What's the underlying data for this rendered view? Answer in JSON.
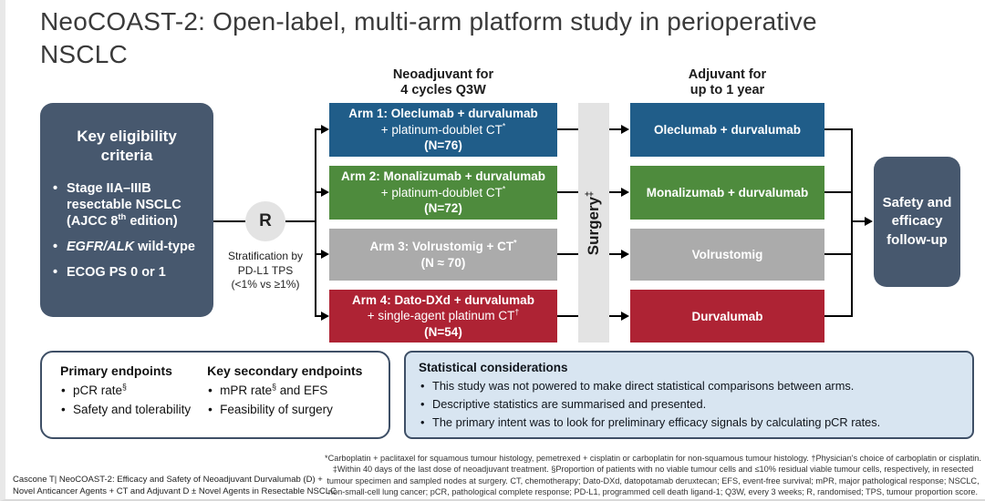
{
  "title": "NeoCOAST-2: Open-label, multi-arm platform study in perioperative NSCLC",
  "colors": {
    "navy": "#47586E",
    "arm_blue": "#205D89",
    "arm_green": "#4E8B3D",
    "arm_gray": "#ABABAB",
    "arm_red": "#AE2334",
    "light_gray": "#E3E3E3",
    "stat_bg": "#D8E5F1",
    "border_navy": "#3E4F66"
  },
  "eligibility": {
    "heading": "Key eligibility criteria",
    "items": [
      {
        "before": "Stage IIA–IIIB resectable NSCLC (AJCC 8",
        "sup": "th",
        "after": " edition)"
      },
      {
        "italic": "EGFR/ALK",
        "after": " wild-type"
      },
      {
        "before": "ECOG PS 0 or 1"
      }
    ]
  },
  "randomisation": {
    "symbol": "R",
    "note_line1": "Stratification by",
    "note_line2": "PD-L1 TPS",
    "note_line3": "(<1% vs ≥1%)"
  },
  "neoadjuvant": {
    "header_line1": "Neoadjuvant for",
    "header_line2": "4 cycles Q3W",
    "arms": [
      {
        "line1": "Arm 1: Oleclumab + durvalumab",
        "line2": "+ platinum-doublet CT",
        "line2_sup": "*",
        "n": "(N=76)",
        "color": "#205D89"
      },
      {
        "line1": "Arm 2: Monalizumab + durvalumab",
        "line2": "+ platinum-doublet CT",
        "line2_sup": "*",
        "n": "(N=72)",
        "color": "#4E8B3D"
      },
      {
        "line1": "Arm 3: Volrustomig + CT",
        "line1_sup": "*",
        "n": "(N ≈ 70)",
        "color": "#ABABAB"
      },
      {
        "line1": "Arm 4: Dato-DXd + durvalumab",
        "line2": "+ single-agent platinum CT",
        "line2_sup": "†",
        "n": "(N=54)",
        "color": "#AE2334"
      }
    ]
  },
  "surgery": {
    "label": "Surgery",
    "sup": "‡"
  },
  "adjuvant": {
    "header_line1": "Adjuvant for",
    "header_line2": "up to 1 year",
    "boxes": [
      {
        "label": "Oleclumab + durvalumab",
        "color": "#205D89"
      },
      {
        "label": "Monalizumab + durvalumab",
        "color": "#4E8B3D"
      },
      {
        "label": "Volrustomig",
        "color": "#ABABAB"
      },
      {
        "label": "Durvalumab",
        "color": "#AE2334"
      }
    ]
  },
  "followup": {
    "label": "Safety and efficacy follow-up"
  },
  "endpoints": {
    "primary_heading": "Primary endpoints",
    "primary_items": [
      {
        "base": "pCR rate",
        "sup": "§"
      },
      {
        "base": "Safety and tolerability"
      }
    ],
    "secondary_heading": "Key secondary endpoints",
    "secondary_items": [
      {
        "base": "mPR rate",
        "sup": "§",
        "after": " and EFS"
      },
      {
        "base": "Feasibility of surgery"
      }
    ]
  },
  "statistics": {
    "heading": "Statistical considerations",
    "items": [
      "This study was not powered to make direct statistical comparisons between arms.",
      "Descriptive statistics are summarised and presented.",
      "The primary intent was to look for preliminary efficacy signals by calculating pCR rates."
    ]
  },
  "footer": {
    "citation_line1": "Cascone T| NeoCOAST-2: Efficacy and Safety of Neoadjuvant Durvalumab (D) +",
    "citation_line2": "Novel Anticancer Agents + CT and Adjuvant D ± Novel Agents in Resectable NSCLC",
    "footnotes": [
      "*Carboplatin + paclitaxel for squamous tumour histology, pemetrexed + cisplatin or carboplatin for non-squamous tumour histology. †Physician's choice of carboplatin or cisplatin.",
      "‡Within 40 days of the last dose of neoadjuvant treatment. §Proportion of patients with no viable tumour cells and ≤10% residual viable tumour cells, respectively, in resected",
      "tumour specimen and sampled nodes at surgery. CT, chemotherapy; Dato-DXd, datopotamab deruxtecan; EFS, event-free survival; mPR, major pathological response; NSCLC,",
      "non-small-cell lung cancer; pCR, pathological complete response; PD-L1, programmed cell death ligand-1; Q3W, every 3 weeks; R, randomised; TPS, tumour proportion score."
    ]
  }
}
